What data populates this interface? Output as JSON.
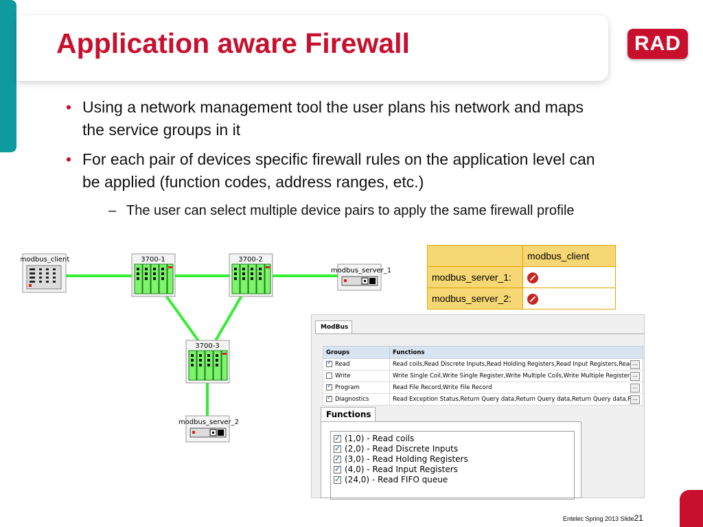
{
  "slide": {
    "title": "Application aware Firewall",
    "logo": "RAD",
    "bullets": [
      "Using a network management tool the user plans his network and maps the service groups in it",
      "For each pair of devices specific firewall rules on the application level can be applied (function codes, address ranges, etc.)"
    ],
    "sub_bullet": "The user can select multiple device pairs to apply the same firewall profile",
    "footer_text": "Entelec Spring 2013  Slide",
    "slide_number": "21"
  },
  "network": {
    "nodes": [
      "modbus_client",
      "3700-1",
      "3700-2",
      "modbus_server_1",
      "3700-3",
      "modbus_server_2"
    ],
    "link_color": "#33ee33"
  },
  "matrix": {
    "column": "modbus_client",
    "rows": [
      "modbus_server_1:",
      "modbus_server_2:"
    ],
    "status_icon": "deny-icon"
  },
  "modbus_panel": {
    "tab": "ModBus",
    "headers": [
      "Groups",
      "Functions"
    ],
    "rows": [
      {
        "group": "Read",
        "checked": true,
        "functions": "Read coils,Read Discrete Inputs,Read Holding Registers,Read Input Registers,Read"
      },
      {
        "group": "Write",
        "checked": false,
        "functions": "Write Single Coil,Write Single Register,Write Multiple Coils,Write Multiple Registers,R"
      },
      {
        "group": "Program",
        "checked": true,
        "functions": "Read File Record,Write File Record"
      },
      {
        "group": "Diagnostics",
        "checked": true,
        "functions": "Read Exception Status,Return Query data,Return Query data,Return Query data,R"
      }
    ],
    "ellipsis": "...",
    "functions_tab": "Functions",
    "function_items": [
      "(1,0) - Read coils",
      "(2,0) - Read Discrete Inputs",
      "(3,0) - Read Holding Registers",
      "(4,0) - Read Input Registers",
      "(24,0) - Read FIFO queue"
    ]
  },
  "colors": {
    "accent_red": "#c8102e",
    "teal": "#0f9aa0",
    "table_gold": "#f7d773"
  }
}
